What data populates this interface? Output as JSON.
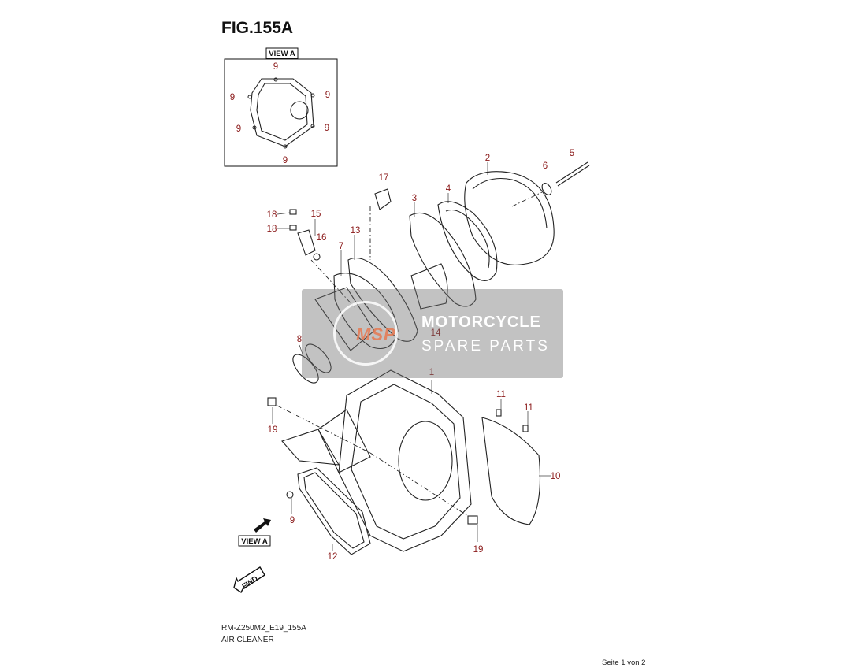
{
  "figure": {
    "title": "FIG.155A",
    "model_code": "RM-Z250M2_E19_155A",
    "section_name": "AIR CLEANER",
    "page_info": "Seite 1 von 2"
  },
  "inset": {
    "label": "VIEW A"
  },
  "view_arrow_label": "VIEW A",
  "fwd_label": "FWD",
  "callouts": {
    "c1": "1",
    "c2": "2",
    "c3": "3",
    "c4": "4",
    "c5": "5",
    "c6": "6",
    "c7": "7",
    "c8": "8",
    "c9_inset_top": "9",
    "c9_inset_left": "9",
    "c9_inset_right": "9",
    "c9_inset_midleft": "9",
    "c9_inset_midright": "9",
    "c9_inset_bottom": "9",
    "c9_main": "9",
    "c10": "10",
    "c11_a": "11",
    "c11_b": "11",
    "c12": "12",
    "c13": "13",
    "c14": "14",
    "c15": "15",
    "c16": "16",
    "c17": "17",
    "c18_a": "18",
    "c18_b": "18",
    "c19_a": "19",
    "c19_b": "19"
  },
  "watermark": {
    "line1": "MOTORCYCLE",
    "line2": "SPARE PARTS",
    "logo": "MSP"
  }
}
